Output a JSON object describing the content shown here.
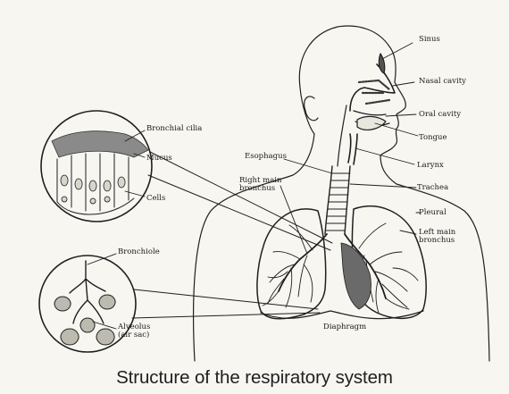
{
  "diagram": {
    "caption": "Structure of the respiratory system",
    "labels": {
      "sinus": "Sinus",
      "nasal_cavity": "Nasal cavity",
      "oral_cavity": "Oral cavity",
      "tongue": "Tongue",
      "larynx": "Larynx",
      "trachea": "Trachea",
      "pleural": "Pleural",
      "left_main_bronchus": "Left main\nbronchus",
      "esophagus": "Esophagus",
      "right_main_bronchus": "Right main\nbronchus",
      "bronchial_cilia": "Bronchial cilia",
      "mucus": "Mucus",
      "cells": "Cells",
      "bronchiole": "Bronchiole",
      "alveolus": "Alveolus\n(air sac)",
      "diaphragm": "Diaphragm"
    }
  },
  "colors": {
    "background": "#f7f6f1",
    "ink": "#1a1a1a"
  }
}
